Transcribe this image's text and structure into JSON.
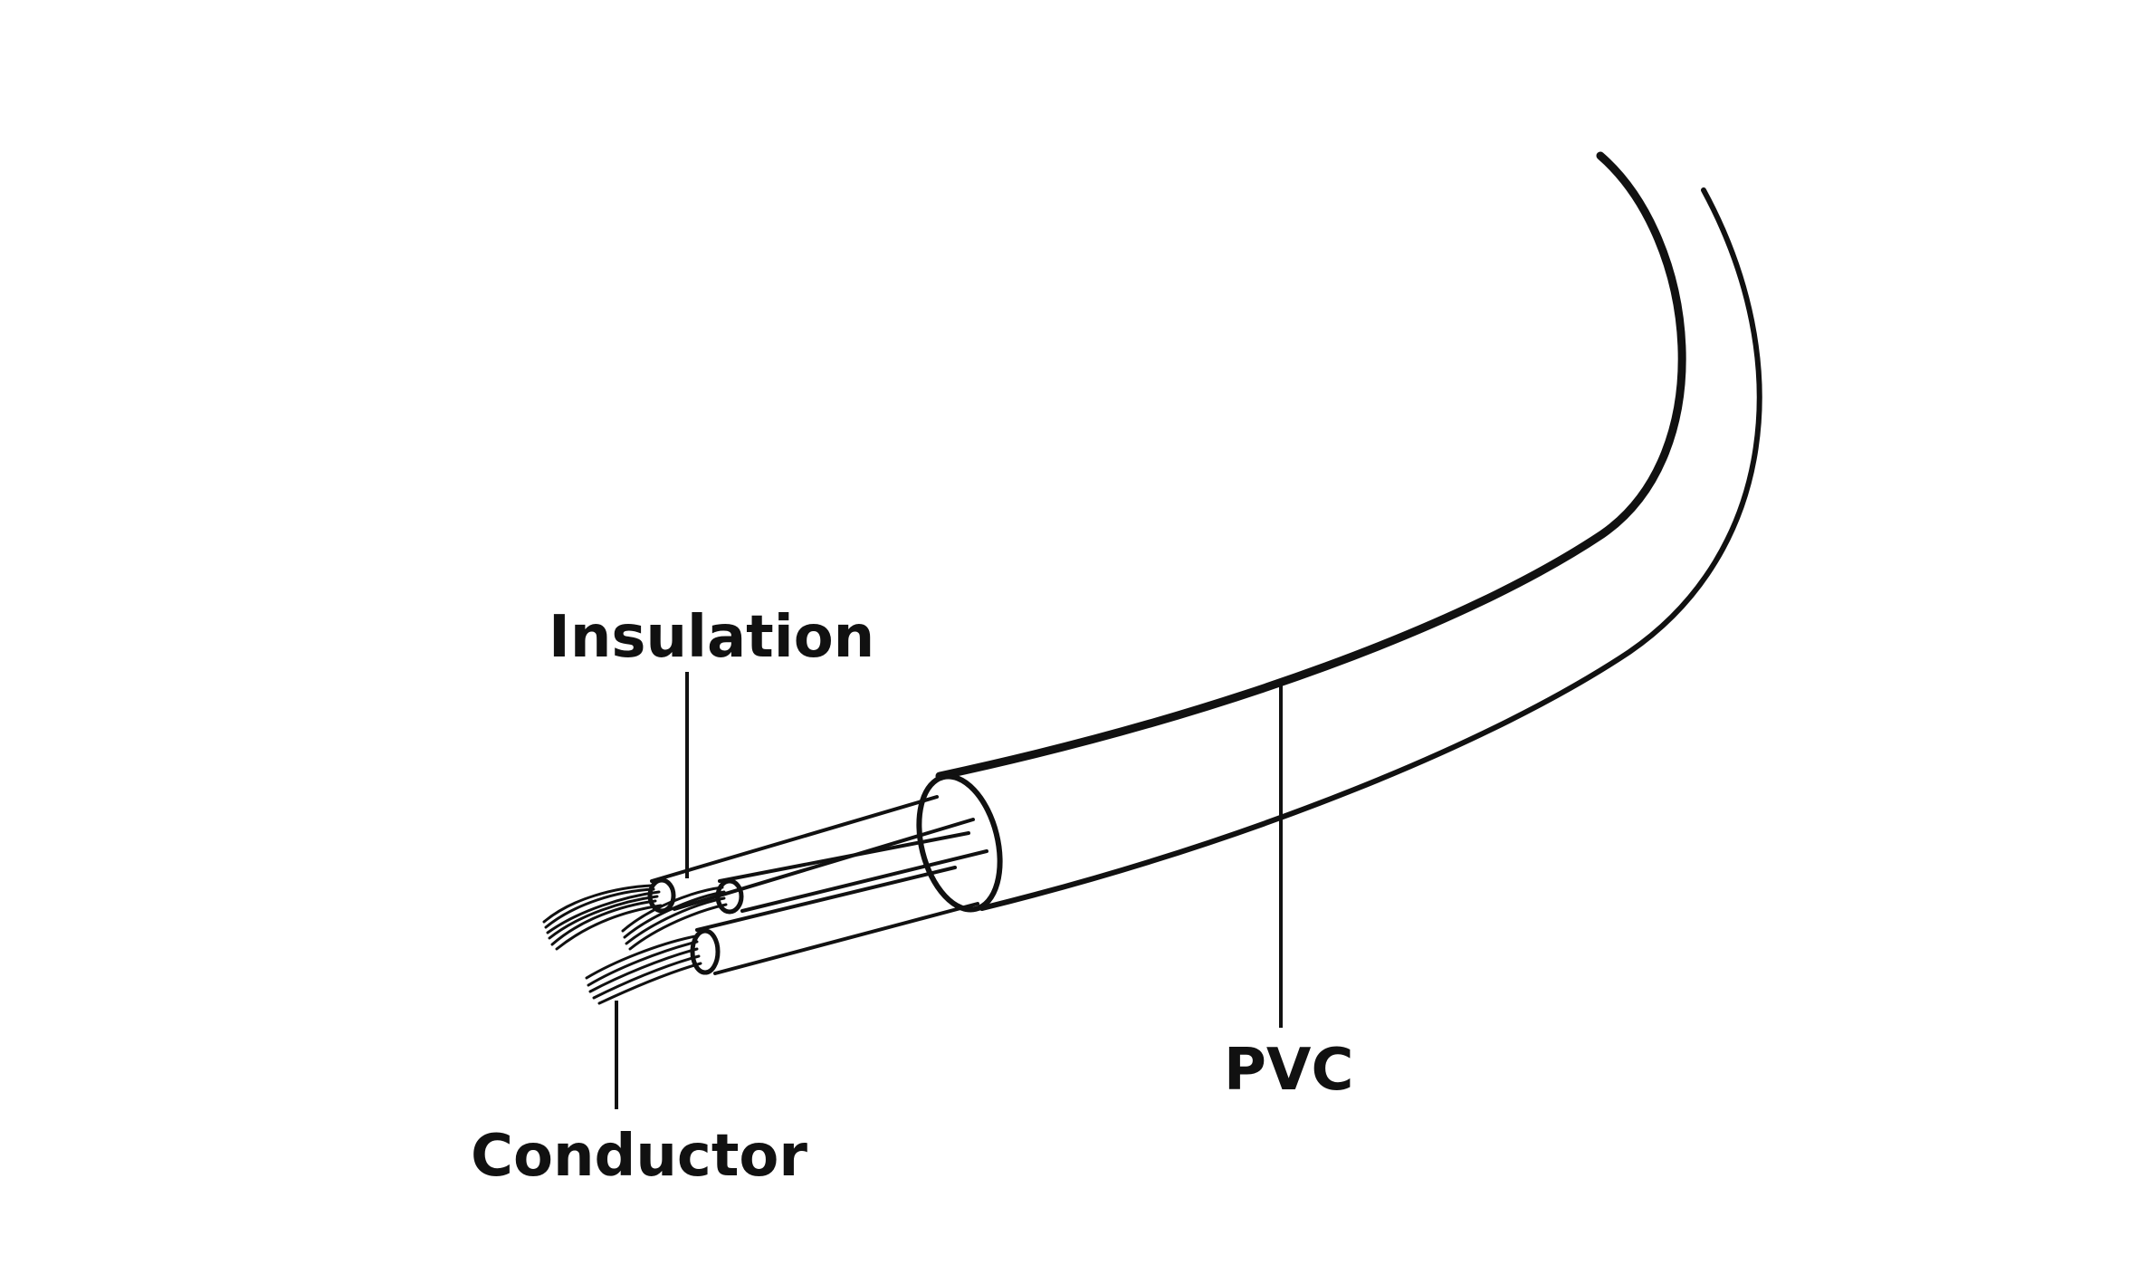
{
  "labels": {
    "insulation": "Insulation",
    "pvc": "PVC",
    "conductor": "Conductor"
  },
  "colors": {
    "ink": "#111111",
    "background": "#ffffff"
  }
}
